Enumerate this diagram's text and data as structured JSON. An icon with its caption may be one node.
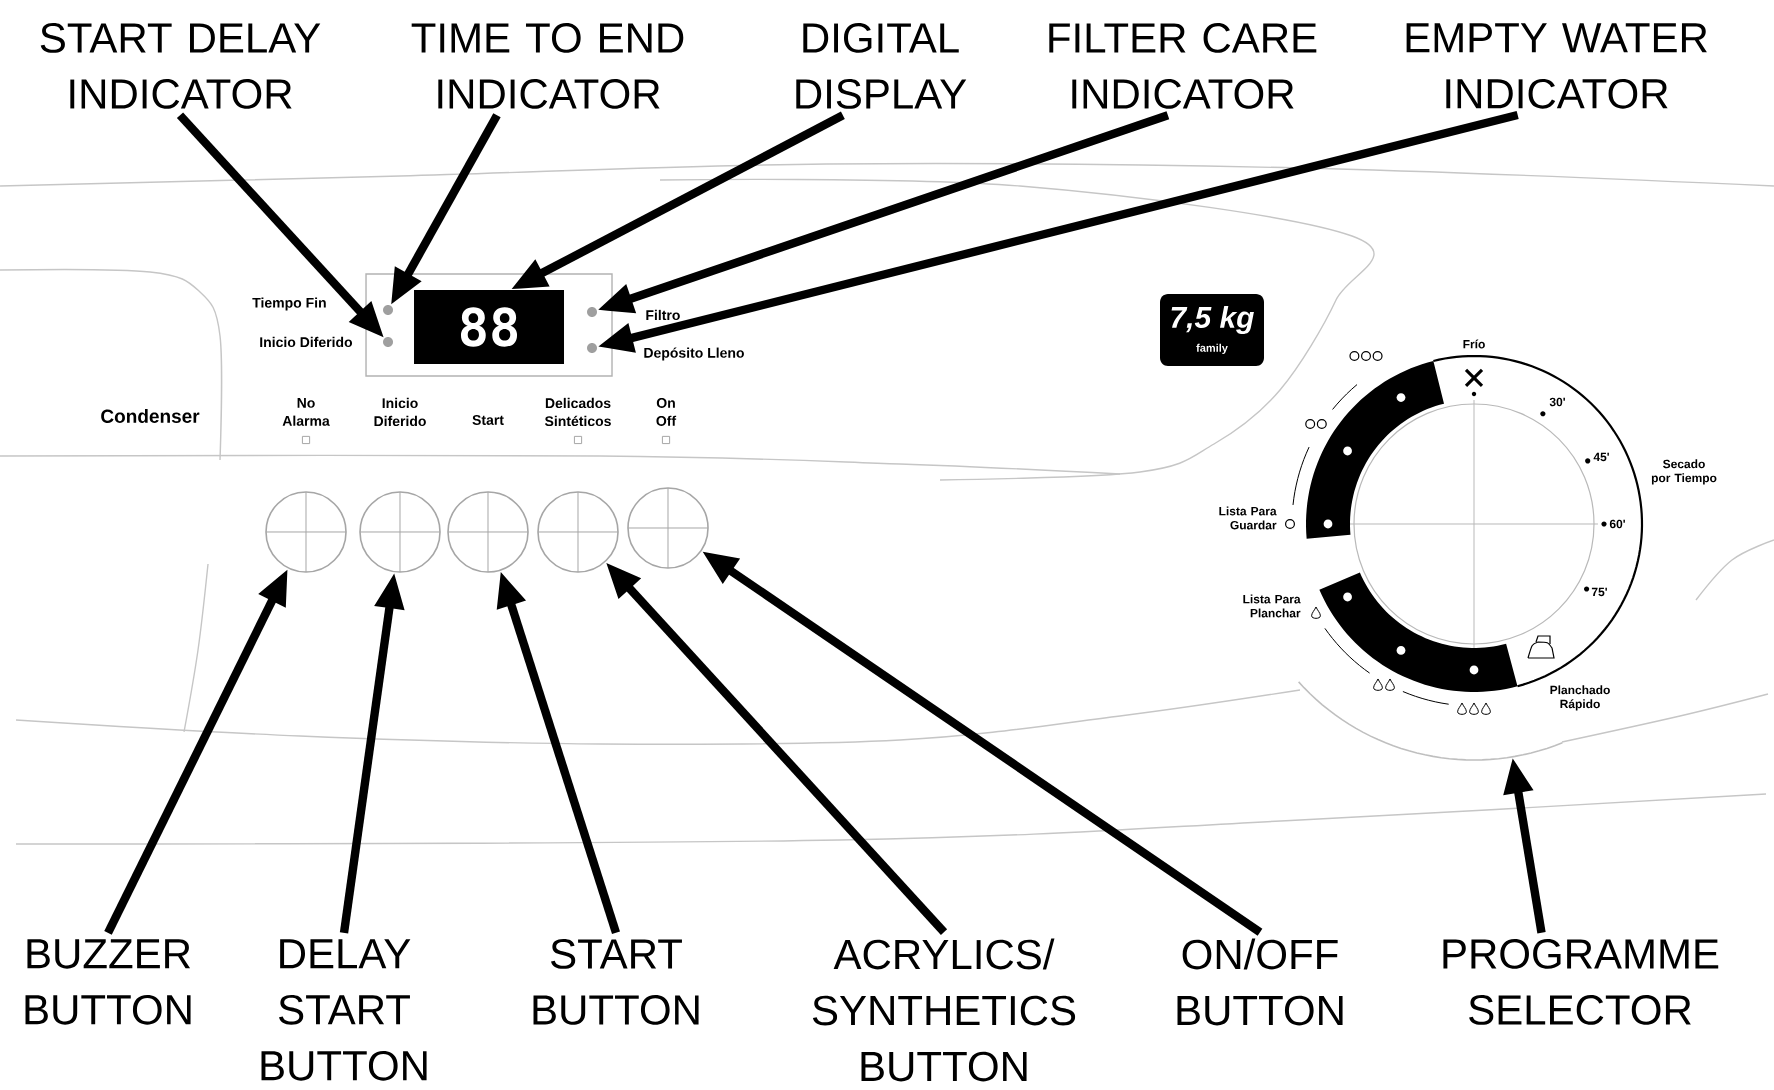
{
  "diagram": {
    "nodes": [
      {
        "text": [
          "START DELAY INDICATOR"
        ]
      },
      {
        "text": [
          "TIME TO END INDICATOR"
        ]
      },
      {
        "text": [
          "DIGITAL DISPLAY"
        ]
      },
      {
        "text": [
          "FILTER CARE INDICATOR"
        ]
      },
      {
        "text": [
          "EMPTY WATER INDICATOR"
        ]
      },
      {
        "text": [],
        "shape": "box"
      },
      {
        "text": [],
        "shape": "circle",
        "in": 5
      },
      {
        "text": [],
        "shape": "circle",
        "in": 5
      },
      {
        "text": [
          "88"
        ],
        "in": 5
      },
      {
        "text": [],
        "shape": "circle",
        "in": 5
      },
      {
        "text": [],
        "shape": "circle",
        "in": 5
      },
      {
        "text": [
          "7,5 kg",
          "family"
        ]
      },
      {
        "text": [
          "30'",
          "45'",
          "60'",
          "75'",
          "Planchado Rápido"
        ],
        "beside": [
          "Frío",
          "Secado por Tiempo",
          "Lista Para Guardar",
          "Lista Para Planchar"
        ]
      },
      {
        "text": [],
        "shape": "circle"
      },
      {
        "text": [],
        "shape": "circle"
      },
      {
        "text": [],
        "shape": "circle"
      },
      {
        "text": [],
        "shape": "circle"
      },
      {
        "text": [],
        "shape": "circle"
      },
      {
        "text": [
          "BUZZER BUTTON"
        ]
      },
      {
        "text": [
          "DELAY START BUTTON"
        ]
      },
      {
        "text": [
          "START BUTTON"
        ]
      },
      {
        "text": [
          "ACRYLICS/ SYNTHETICS BUTTON"
        ]
      },
      {
        "text": [
          "ON/OFF BUTTON"
        ]
      },
      {
        "text": [
          "PROGRAMME SELECTOR"
        ]
      }
    ],
    "edges": [
      {
        "from": 0,
        "to": 7,
        "arrow": "to"
      },
      {
        "from": 1,
        "to": 6,
        "arrow": "to"
      },
      {
        "from": 2,
        "to": 8,
        "arrow": "to"
      },
      {
        "from": 3,
        "to": 9,
        "arrow": "to"
      },
      {
        "from": 4,
        "to": 10,
        "arrow": "to"
      },
      {
        "from": 18,
        "to": 13,
        "arrow": "to"
      },
      {
        "from": 19,
        "to": 14,
        "arrow": "to"
      },
      {
        "from": 20,
        "to": 15,
        "arrow": "to"
      },
      {
        "from": 21,
        "to": 16,
        "arrow": "to"
      },
      {
        "from": 22,
        "to": 17,
        "arrow": "to"
      },
      {
        "from": 23,
        "to": 12,
        "arrow": "to"
      }
    ],
    "labels": [
      "Tiempo Fin",
      "Filtro",
      "Inicio Diferido",
      "Depósito Lleno",
      "No Alarma",
      "Inicio Diferido",
      "Start",
      "Delicados Sintéticos",
      "On Off",
      "Condenser"
    ]
  }
}
